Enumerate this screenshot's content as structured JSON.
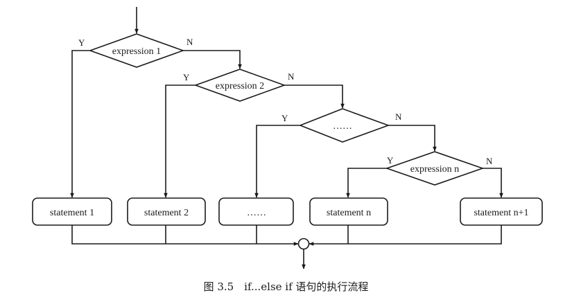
{
  "diagram": {
    "decisions": [
      {
        "label": "expression 1",
        "yes": "Y",
        "no": "N"
      },
      {
        "label": "expression 2",
        "yes": "Y",
        "no": "N"
      },
      {
        "label": "……",
        "yes": "Y",
        "no": "N"
      },
      {
        "label": "expression n",
        "yes": "Y",
        "no": "N"
      }
    ],
    "statements": [
      {
        "label": "statement 1"
      },
      {
        "label": "statement 2"
      },
      {
        "label": "……"
      },
      {
        "label": "statement n"
      },
      {
        "label": "statement n+1"
      }
    ]
  },
  "caption": "图 3.5　if...else if 语句的执行流程"
}
